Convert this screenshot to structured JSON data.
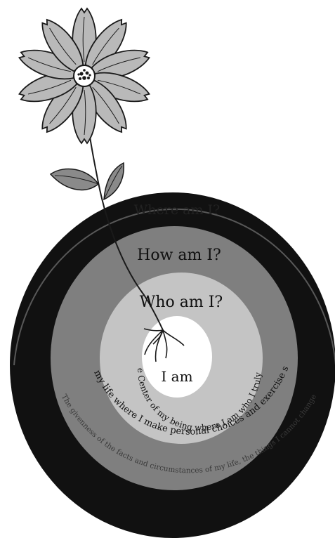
{
  "diagram": {
    "rings": {
      "outer_label": "Where am I?",
      "third_label": "How am I?",
      "second_label": "Who am I?",
      "center_label": "I am"
    },
    "arc_texts": {
      "second_ring": "The Center of my being where I am who I truly am",
      "third_ring": "The areas of my life where I make personal choices and exercise some control",
      "outer_ring": "The givenness of the facts and circumstances of my life, the things I cannot change"
    },
    "colors": {
      "outer_ring": "#111111",
      "third_ring": "#7f7f7f",
      "second_ring": "#c4c4c4",
      "center": "#ffffff",
      "petals": "#b9b9b9",
      "leaves": "#8a8a8a",
      "ink": "#1a1a1a"
    }
  }
}
